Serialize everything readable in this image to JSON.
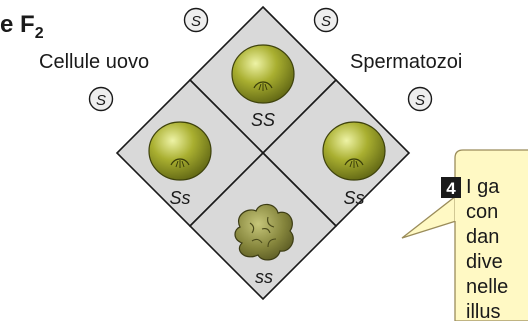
{
  "header": {
    "title_prefix": "e F",
    "title_subscript": "2"
  },
  "labels": {
    "eggs": "Cellule uovo",
    "sperm": "Spermatozoi"
  },
  "allele_circles": [
    "S",
    "S",
    "S",
    "S"
  ],
  "punnett_cells": [
    {
      "genotype": "SS",
      "seed": "smooth"
    },
    {
      "genotype": "Ss",
      "seed": "smooth"
    },
    {
      "genotype": "Ss",
      "seed": "smooth"
    },
    {
      "genotype": "ss",
      "seed": "wrinkled"
    }
  ],
  "callout": {
    "step_number": "4",
    "lines": [
      "I ga",
      "con",
      "dan",
      "dive",
      "nelle",
      "illus"
    ]
  },
  "colors": {
    "square_fill": "#d9d9d9",
    "square_stroke": "#1a1a1a",
    "seed_highlight": "#e9f09a",
    "seed_mid": "#a7ad2e",
    "seed_shadow": "#5f6514",
    "wrinkled_fill": "#8a8a40",
    "callout_fill": "#fff9c4",
    "callout_stroke": "#9a8c5a",
    "badge_fill": "#1a1a1a",
    "badge_text": "#ffffff"
  }
}
